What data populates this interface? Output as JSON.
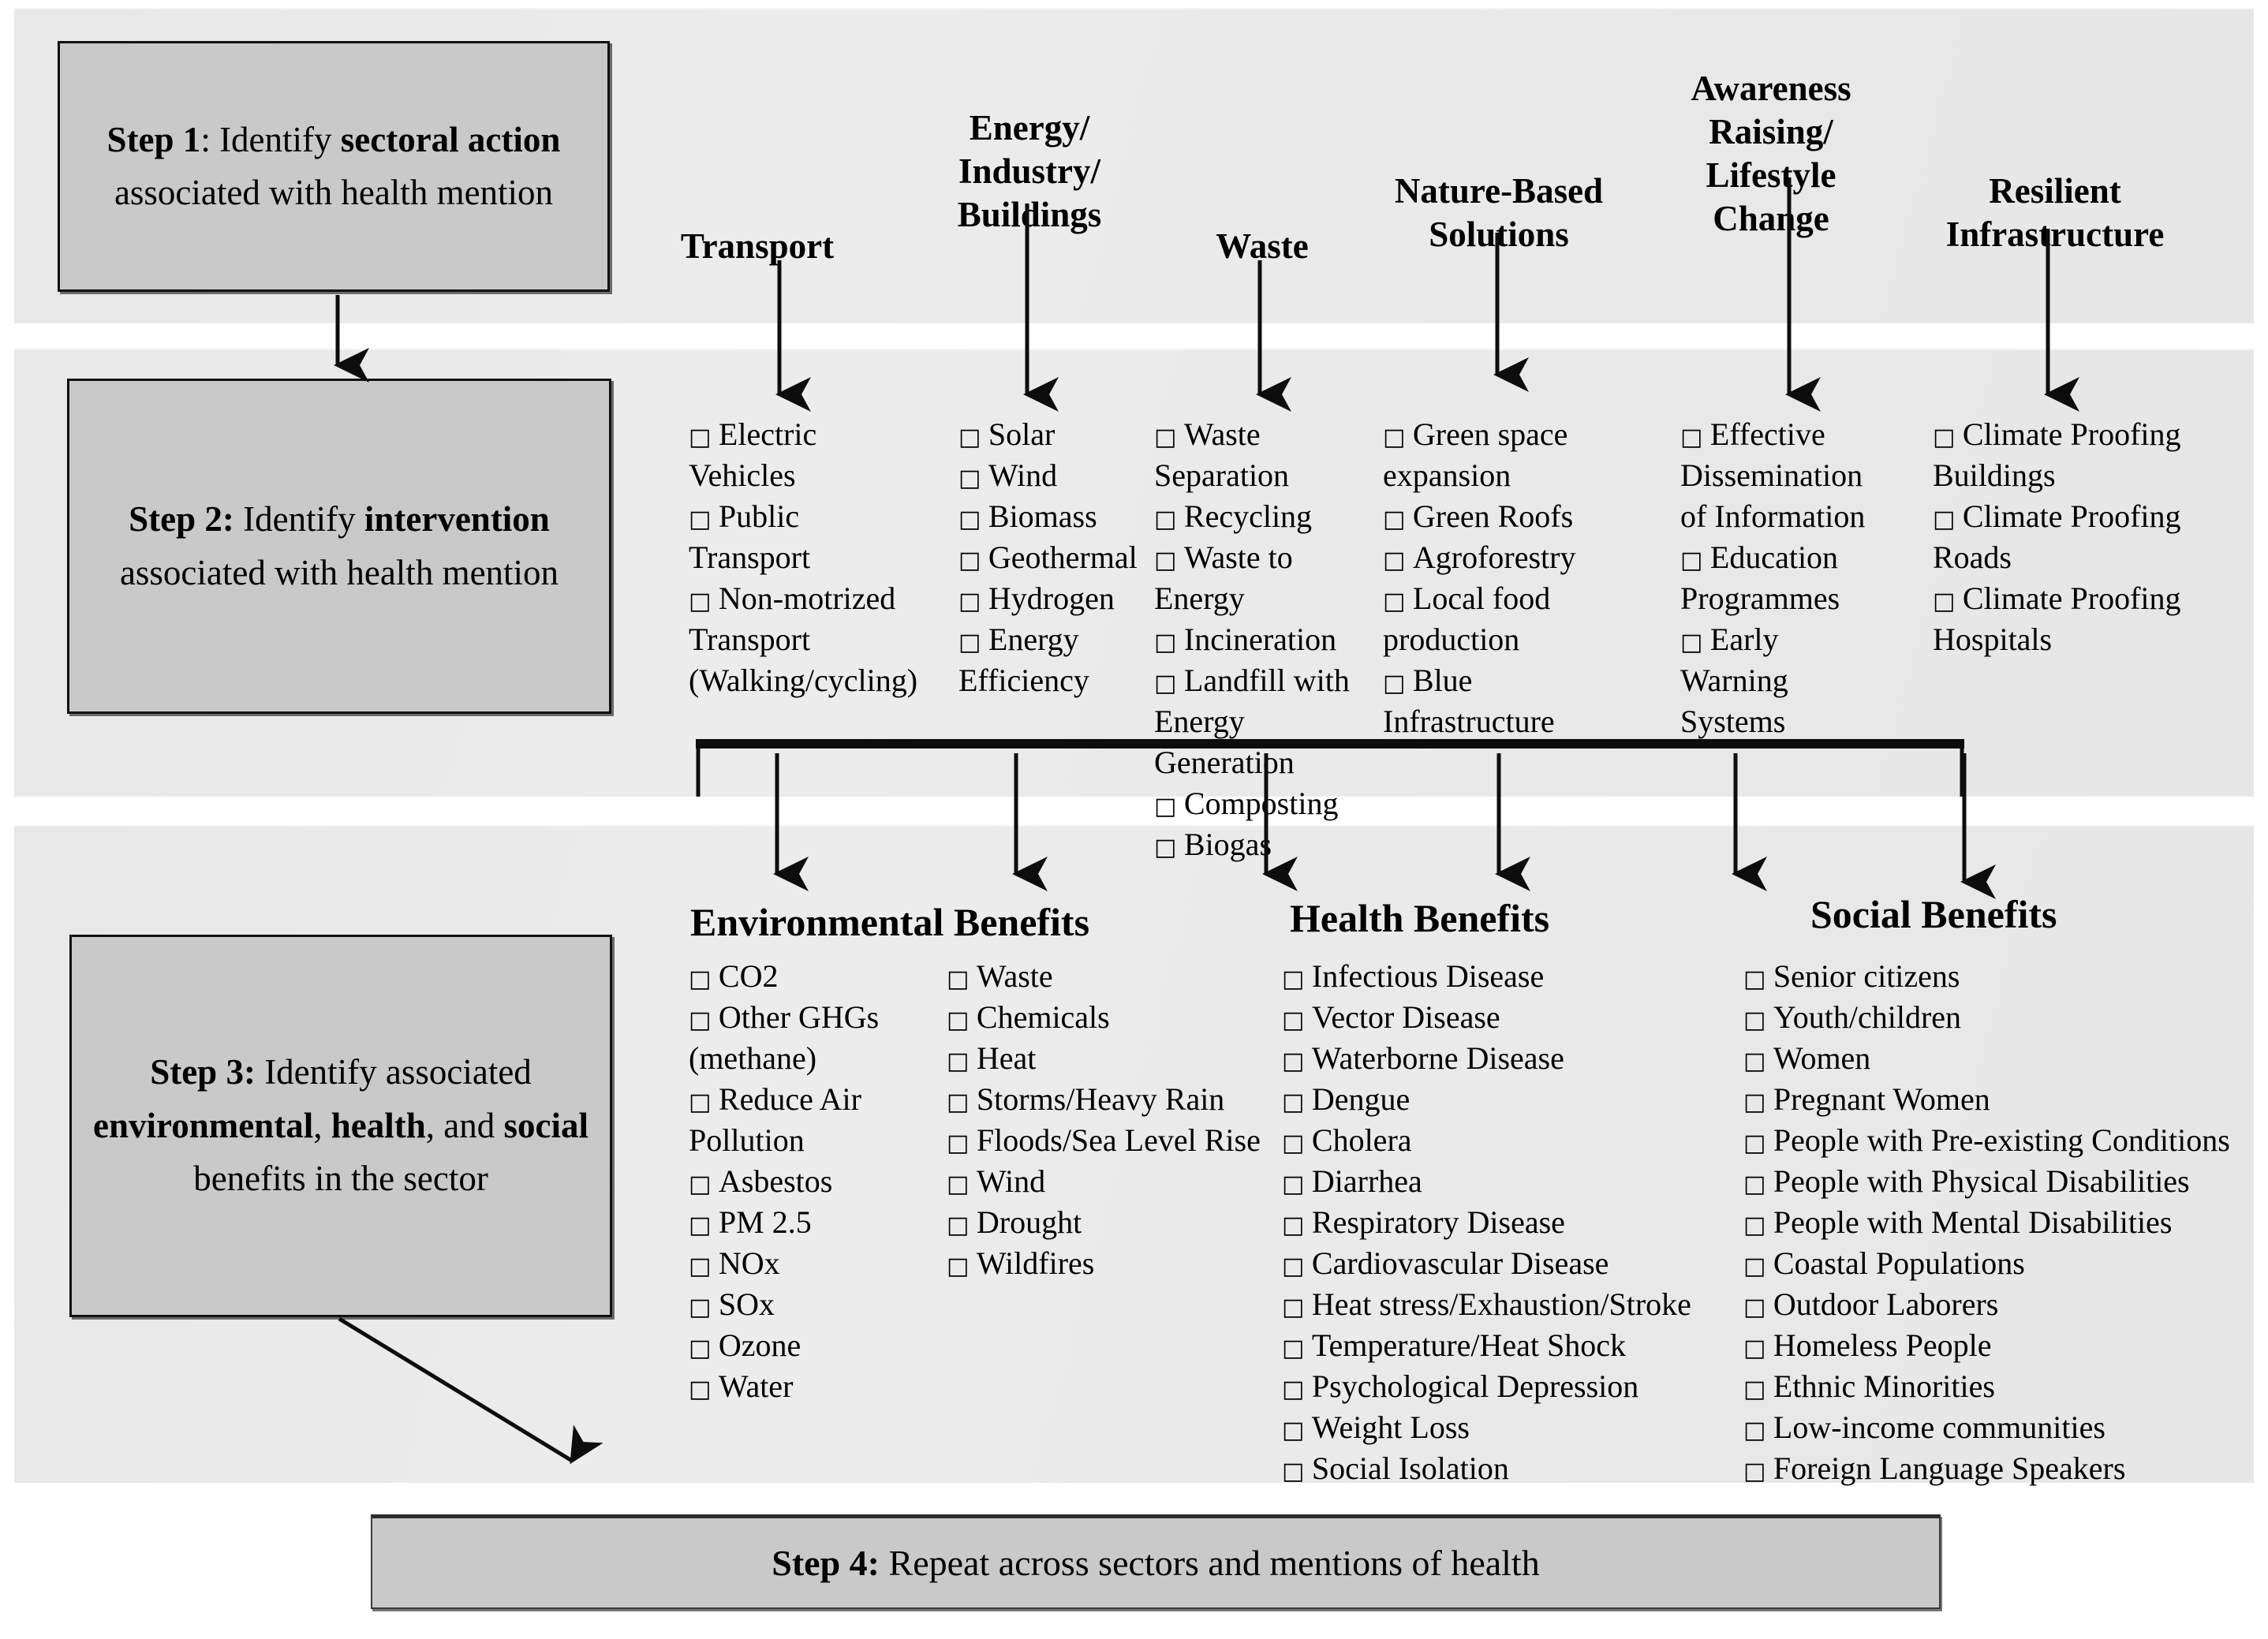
{
  "steps": {
    "step1": {
      "prefix": "Step 1",
      "rest_a": ": Identify ",
      "bold_a": "sectoral action",
      "rest_b": " associated with health mention"
    },
    "step2": {
      "prefix": "Step 2:",
      "rest_a": " Identify ",
      "bold_a": "intervention",
      "rest_b": " associated with health mention"
    },
    "step3": {
      "prefix": "Step 3:",
      "rest_a": " Identify associated ",
      "bold_a": "environmental",
      "mid_a": ", ",
      "bold_b": "health",
      "mid_b": ", and ",
      "bold_c": "social",
      "rest_b": " benefits in the sector"
    },
    "step4": {
      "prefix": "Step 4:",
      "rest": " Repeat across sectors and mentions of health"
    }
  },
  "sectors": [
    {
      "name": "Transport",
      "interventions": [
        "Electric Vehicles",
        "Public Transport",
        "Non-motrized Transport (Walking/cycling)"
      ]
    },
    {
      "name": "Energy/ Industry/ Buildings",
      "interventions": [
        "Solar",
        "Wind",
        "Biomass",
        "Geothermal",
        "Hydrogen",
        "Energy Efficiency"
      ]
    },
    {
      "name": "Waste",
      "interventions": [
        "Waste Separation",
        "Recycling",
        "Waste to Energy",
        "Incineration",
        "Landfill with Energy Generation",
        "Composting",
        "Biogas"
      ]
    },
    {
      "name": "Nature-Based Solutions",
      "interventions": [
        "Green space expansion",
        "Green Roofs",
        "Agroforestry",
        "Local food production",
        "Blue Infrastructure"
      ]
    },
    {
      "name": "Awareness Raising/ Lifestyle Change",
      "interventions": [
        "Effective Dissemination of Information",
        "Education Programmes",
        "Early Warning Systems"
      ]
    },
    {
      "name": "Resilient Infrastructure",
      "interventions": [
        "Climate Proofing Buildings",
        "Climate Proofing Roads",
        "Climate Proofing Hospitals"
      ]
    }
  ],
  "benefits": {
    "environmental": {
      "title": "Environmental Benefits",
      "column_1": [
        "CO2",
        "Other GHGs (methane)",
        "Reduce Air Pollution",
        "Asbestos",
        "PM 2.5",
        "NOx",
        "SOx",
        "Ozone",
        "Water"
      ],
      "column_2": [
        "Waste",
        "Chemicals",
        "Heat",
        "Storms/Heavy Rain",
        "Floods/Sea Level Rise",
        "Wind",
        "Drought",
        "Wildfires"
      ]
    },
    "health": {
      "title": "Health Benefits",
      "items": [
        "Infectious Disease",
        "Vector Disease",
        "Waterborne Disease",
        "Dengue",
        "Cholera",
        "Diarrhea",
        "Respiratory Disease",
        "Cardiovascular Disease",
        "Heat stress/Exhaustion/Stroke",
        "Temperature/Heat Shock",
        "Psychological Depression",
        "Weight Loss",
        "Social Isolation"
      ]
    },
    "social": {
      "title": "Social Benefits",
      "items": [
        "Senior citizens",
        "Youth/children",
        "Women",
        "Pregnant Women",
        "People with Pre-existing Conditions",
        "People with Physical Disabilities",
        "People with Mental Disabilities",
        "Coastal Populations",
        "Outdoor Laborers",
        "Homeless People",
        "Ethnic Minorities",
        "Low-income communities",
        "Foreign Language Speakers"
      ]
    }
  },
  "glyphs": {
    "checkbox": "□"
  },
  "colors": {
    "band": "#e9e9e9",
    "box_fill": "#c9c9c9",
    "stroke": "#111111",
    "page": "#ffffff"
  }
}
